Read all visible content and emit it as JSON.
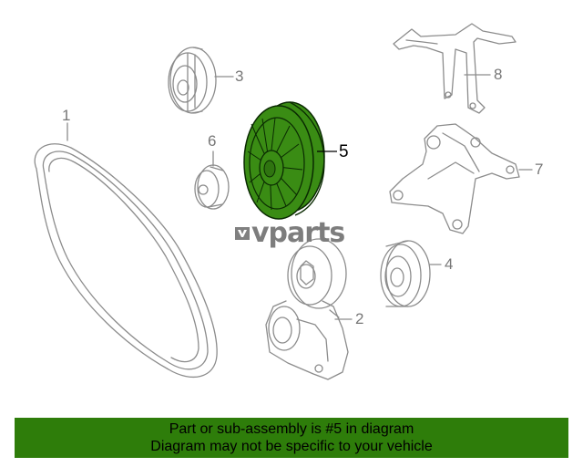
{
  "callouts": {
    "c1": "1",
    "c2": "2",
    "c3": "3",
    "c4": "4",
    "c5": "5",
    "c6": "6",
    "c7": "7",
    "c8": "8"
  },
  "watermark": {
    "brand": "vparts"
  },
  "footer": {
    "line1": "Part or sub-assembly is #5 in diagram",
    "line2": "Diagram may not be specific to your vehicle"
  },
  "colors": {
    "highlight": "#3a8c14",
    "footer_bg": "#2e7d0a",
    "line": "#8c8c8c"
  }
}
